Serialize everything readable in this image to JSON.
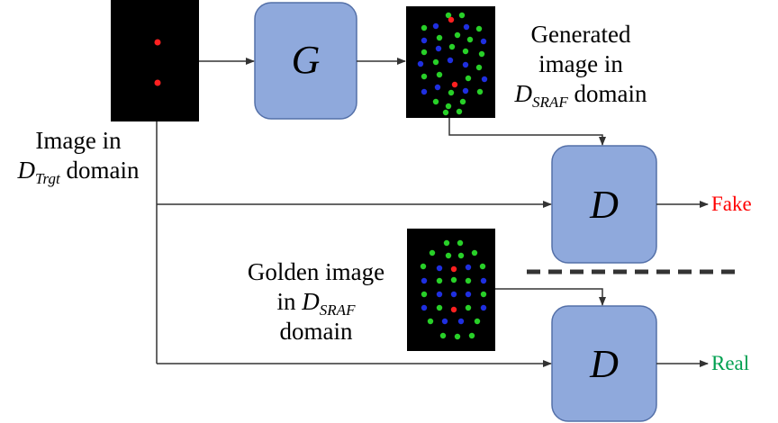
{
  "labels": {
    "input_image": {
      "line1": "Image in",
      "var": "D",
      "sub": "Trgt",
      "tail": "domain"
    },
    "generated_image": {
      "line1": "Generated",
      "line2": "image in",
      "var": "D",
      "sub": "SRAF",
      "tail": "domain"
    },
    "golden_image": {
      "line1": "Golden image",
      "line2_prefix": "in",
      "var": "D",
      "sub": "SRAF",
      "line3": "domain"
    }
  },
  "blocks": {
    "generator": "G",
    "discriminator_top": "D",
    "discriminator_bottom": "D"
  },
  "outputs": {
    "fake": "Fake",
    "real": "Real"
  },
  "colors": {
    "block_fill": "#8FA9DC",
    "block_stroke": "#5470A8",
    "fake": "#FF0000",
    "real": "#00A050",
    "dot_red": "#ff2020",
    "dot_green": "#28d028",
    "dot_blue": "#1f2fe0",
    "image_bg": "#000000"
  }
}
